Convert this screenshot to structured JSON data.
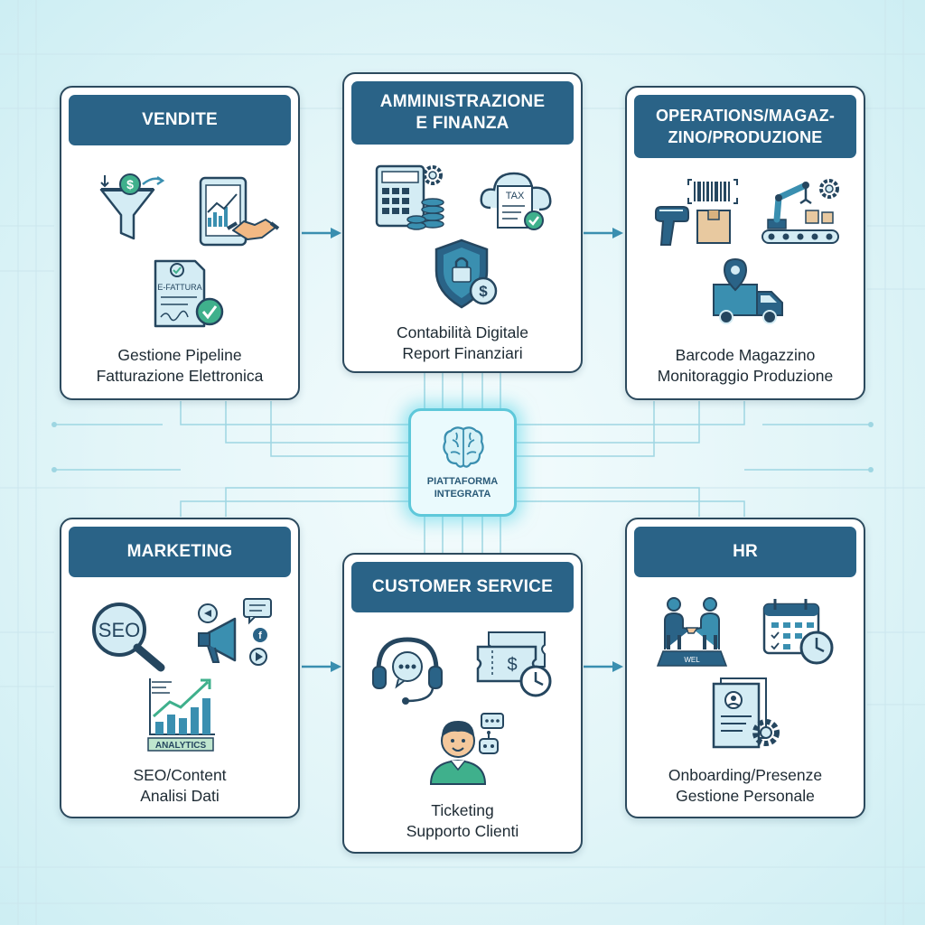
{
  "hub": {
    "lines": [
      "PIATTAFORMA",
      "INTEGRATA"
    ],
    "icon": "brain-icon"
  },
  "cards": [
    {
      "id": "vendite",
      "title_lines": [
        "VENDITE"
      ],
      "desc_lines": [
        "Gestione Pipeline",
        "Fatturazione Elettronica"
      ],
      "icons": [
        "sales-funnel-icon",
        "tablet-handshake-icon",
        "e-invoice-icon"
      ],
      "icon_text": {
        "invoice": "E-FATTURA"
      }
    },
    {
      "id": "amministrazione",
      "title_lines": [
        "AMMINISTRAZIONE",
        "E FINANZA"
      ],
      "desc_lines": [
        "Contabilità Digitale",
        "Report Finanziari"
      ],
      "icons": [
        "calculator-coins-icon",
        "tax-cloud-icon",
        "security-shield-icon"
      ],
      "icon_text": {
        "tax": "TAX"
      }
    },
    {
      "id": "operations",
      "title_lines": [
        "OPERATIONS/MAGAZ-",
        "ZINO/PRODUZIONE"
      ],
      "desc_lines": [
        "Barcode Magazzino",
        "Monitoraggio Produzione"
      ],
      "icons": [
        "barcode-scanner-icon",
        "robot-arm-conveyor-icon",
        "delivery-truck-icon"
      ]
    },
    {
      "id": "marketing",
      "title_lines": [
        "MARKETING"
      ],
      "desc_lines": [
        "SEO/Content",
        "Analisi Dati"
      ],
      "icons": [
        "seo-magnifier-icon",
        "megaphone-social-icon",
        "analytics-chart-icon"
      ],
      "icon_text": {
        "seo": "SEO",
        "analytics": "ANALYTICS"
      }
    },
    {
      "id": "customer",
      "title_lines": [
        "CUSTOMER SERVICE"
      ],
      "desc_lines": [
        "Ticketing",
        "Supporto Clienti"
      ],
      "icons": [
        "headset-chat-icon",
        "ticket-clock-icon",
        "support-agent-bot-icon"
      ]
    },
    {
      "id": "hr",
      "title_lines": [
        "HR"
      ],
      "desc_lines": [
        "Onboarding/Presenze",
        "Gestione Personale"
      ],
      "icons": [
        "handshake-people-icon",
        "calendar-clock-icon",
        "resume-gear-icon"
      ],
      "icon_text": {
        "mat": "WEL"
      }
    }
  ],
  "colors": {
    "header": "#2a6387",
    "icon_dark": "#25465f",
    "icon_fill": "#d4ecf4",
    "accent_green": "#3fb08c",
    "hub_glow": "#5ec8da"
  }
}
